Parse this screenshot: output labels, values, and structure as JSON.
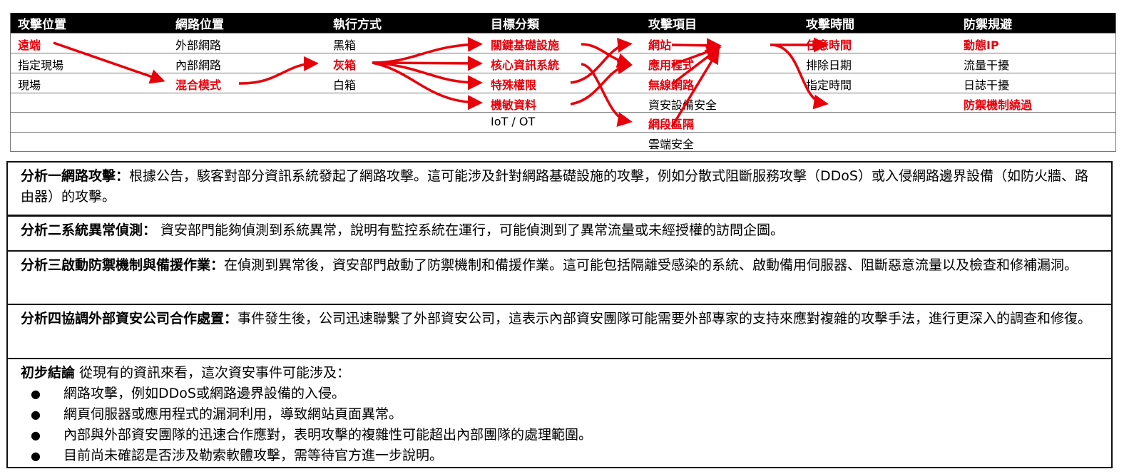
{
  "table": {
    "headers": [
      "攻擊位置",
      "網路位置",
      "執行方式",
      "目標分類",
      "攻擊項目",
      "攻擊時間",
      "防禦規避"
    ],
    "rows": [
      [
        "遠端",
        "外部網路",
        "黑箱",
        "關鍵基礎設施",
        "網站",
        "任意時間",
        "動態IP"
      ],
      [
        "指定現場",
        "內部網路",
        "灰箱",
        "核心資訊系統",
        "應用程式",
        "排除日期",
        "流量干擾"
      ],
      [
        "現場",
        "混合模式",
        "白箱",
        "特殊權限",
        "無線網路",
        "指定時間",
        "日誌干擾"
      ],
      [
        "",
        "",
        "",
        "機敏資料",
        "資安設備安全",
        "",
        "防禦機制繞過"
      ],
      [
        "",
        "",
        "",
        "IoT / OT",
        "網段區隔",
        "",
        ""
      ],
      [
        "",
        "",
        "",
        "",
        "雲端安全",
        "",
        ""
      ]
    ],
    "highlighted": [
      "0-0",
      "1-2",
      "2-1",
      "0-3",
      "1-3",
      "2-3",
      "3-3",
      "0-4",
      "1-4",
      "2-4",
      "4-4",
      "0-5",
      "0-6",
      "3-6"
    ],
    "accent_color": "#e8000b"
  },
  "analyses": [
    {
      "title": "分析一網路攻擊：",
      "text": "根據公告，駭客對部分資訊系統發起了網路攻擊。這可能涉及針對網路基礎設施的攻擊，例如分散式阻斷服務攻擊（DDoS）或入侵網路邊界設備（如防火牆、路由器）的攻擊。"
    },
    {
      "title": "分析二系統異常偵測：",
      "text": " 資安部門能夠偵測到系統異常，說明有監控系統在運行，可能偵測到了異常流量或未經授權的訪問企圖。"
    },
    {
      "title": "分析三啟動防禦機制與備援作業：",
      "text": "在偵測到異常後，資安部門啟動了防禦機制和備援作業。這可能包括隔離受感染的系統、啟動備用伺服器、阻斷惡意流量以及檢查和修補漏洞。"
    },
    {
      "title": "分析四協調外部資安公司合作處置：",
      "text": "事件發生後，公司迅速聯繫了外部資安公司，這表示內部資安團隊可能需要外部專家的支持來應對複雜的攻擊手法，進行更深入的調查和修復。"
    }
  ],
  "conclusion": {
    "title": "初步結論",
    "intro": " 從現有的資訊來看，這次資安事件可能涉及：",
    "items": [
      "網路攻擊，例如DDoS或網路邊界設備的入侵。",
      "網頁伺服器或應用程式的漏洞利用，導致網站頁面異常。",
      "內部與外部資安團隊的迅速合作應對，表明攻擊的複雜性可能超出內部團隊的處理範圍。",
      "目前尚未確認是否涉及勒索軟體攻擊，需等待官方進一步說明。"
    ]
  }
}
